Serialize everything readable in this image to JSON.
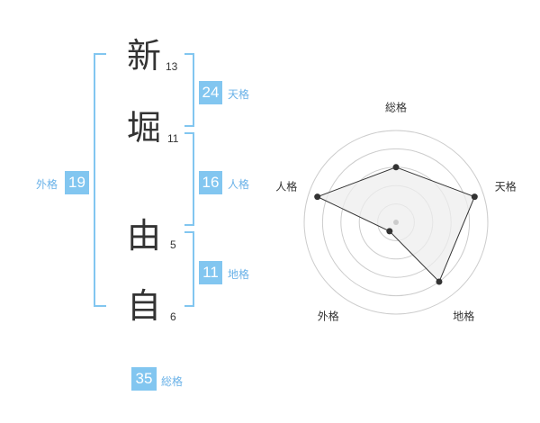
{
  "name": {
    "chars": [
      {
        "char": "新",
        "strokes": "13"
      },
      {
        "char": "堀",
        "strokes": "11"
      },
      {
        "char": "由",
        "strokes": "5"
      },
      {
        "char": "自",
        "strokes": "6"
      }
    ]
  },
  "kakusu": {
    "tenkaku": {
      "value": "24",
      "label": "天格"
    },
    "jinkaku": {
      "value": "16",
      "label": "人格"
    },
    "chikaku": {
      "value": "11",
      "label": "地格"
    },
    "gaikaku": {
      "value": "19",
      "label": "外格"
    },
    "soukaku": {
      "value": "35",
      "label": "総格"
    }
  },
  "colors": {
    "accent": "#82c6f0",
    "accent_text": "#6ab2e8",
    "bracket": "#82c6f0",
    "radar_fill": "#eeeeee",
    "radar_grid": "#cccccc"
  },
  "chart_data": {
    "type": "radar",
    "axes": [
      "総格",
      "天格",
      "地格",
      "外格",
      "人格"
    ],
    "values": [
      3.0,
      4.5,
      4.0,
      0.6,
      4.5
    ],
    "max": 5
  }
}
